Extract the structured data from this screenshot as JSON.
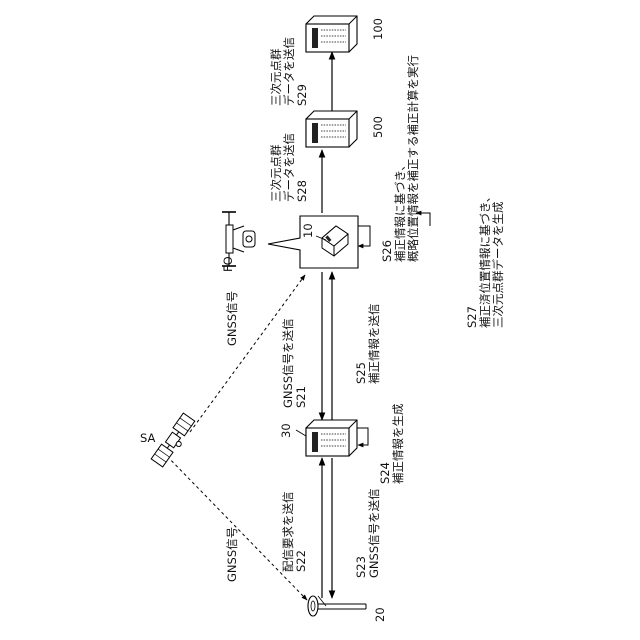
{
  "labels": {
    "satellite": "SA",
    "drone": "FO",
    "terminal": "10",
    "server_100": "100",
    "server_500": "500",
    "server_30": "30",
    "base_station": "20",
    "gnss_signal_upper": "GNSS信号",
    "gnss_signal_lower": "GNSS信号"
  },
  "steps": {
    "s29": "三次元点群\nデータを送信\nS29",
    "s28": "三次元点群\nデータを送信\nS28",
    "s21": "GNSS信号を送信\nS21",
    "s25": "S25\n補正情報を送信",
    "s24": "S24\n補正情報を生成",
    "s22": "配信要求を送信\nS22",
    "s23": "S23\nGNSS信号を送信",
    "s26": "S26\n補正情報に基づき、\n概略位置情報を補正する補正計算を実行",
    "s27": "S27\n補正済位置情報に基づき、\n三次元点群データを生成"
  }
}
